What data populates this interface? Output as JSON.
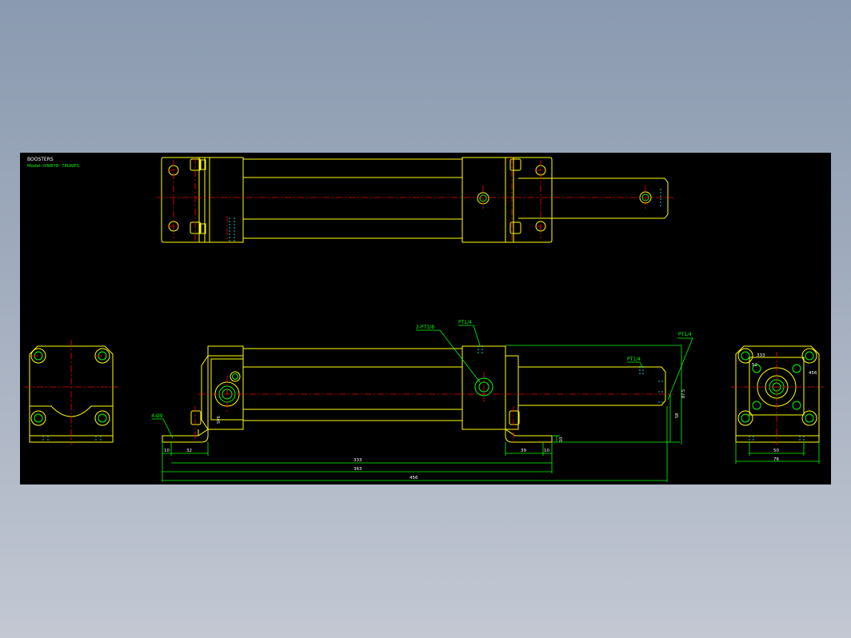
{
  "title_block": {
    "line1": "BOOSTERS",
    "line2": "Model: DNB78- 78LWES"
  },
  "callouts": {
    "mount_holes": "4-Ø9",
    "ports_side": "2-PT3/8",
    "port_top": "PT1/4",
    "port_rod": "PT1/4",
    "port_right": "PT1/4",
    "bolt_label": "SV6"
  },
  "dims": {
    "foot_edge": "10",
    "foot_left": "32",
    "foot_right": "39",
    "foot_edge_r": "10",
    "d333": "333",
    "d363": "363",
    "d456": "456",
    "h10": "10",
    "h58": "58",
    "h87": "87.5",
    "end_333": "333",
    "end_52": "52",
    "end_456": "456",
    "end_50": "50",
    "end_76": "76"
  },
  "colors": {
    "background": "#000000",
    "outline": "#ffff00",
    "center_line": "#ff0000",
    "dimension": "#00ff00",
    "hidden": "#00ffff",
    "text": "#ffffff"
  }
}
